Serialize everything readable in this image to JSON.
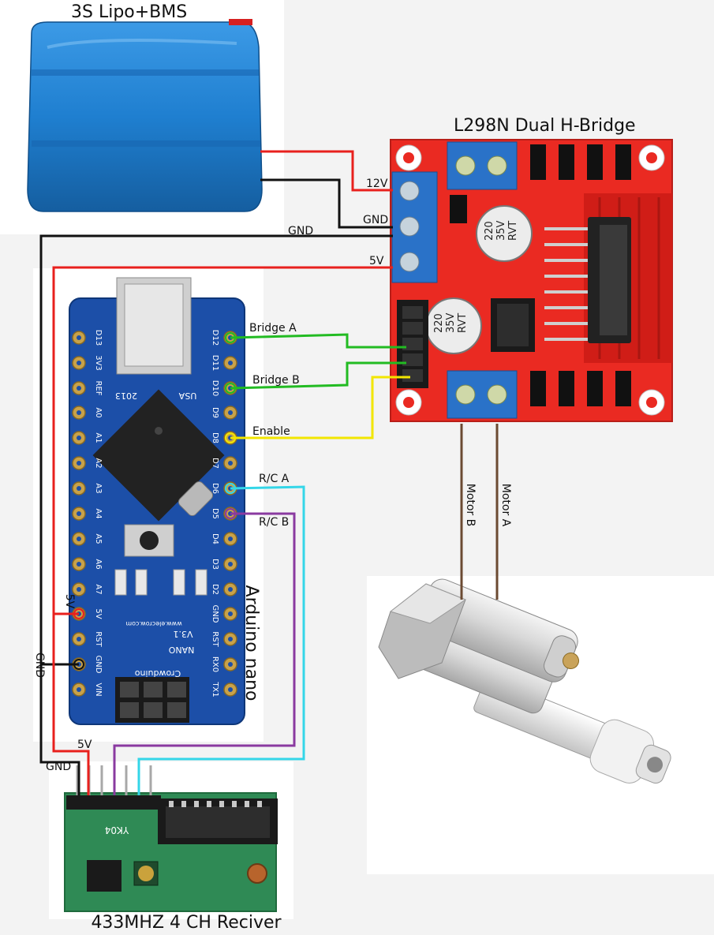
{
  "titles": {
    "battery": "3S Lipo+BMS",
    "hbridge": "L298N Dual H-Bridge",
    "arduino": "Arduino nano",
    "receiver": "433MHZ 4 CH Reciver"
  },
  "wire_labels": {
    "v12": "12V",
    "gnd_bridge": "GND",
    "gnd_top": "GND",
    "v5_bridge": "5V",
    "bridge_a": "Bridge A",
    "bridge_b": "Bridge B",
    "enable": "Enable",
    "rc_a": "R/C A",
    "rc_b": "R/C B",
    "v5_nano": "5V",
    "gnd_nano": "GND",
    "v5_recv": "5V",
    "gnd_recv": "GND",
    "motor_b": "Motor B",
    "motor_a": "Motor A"
  },
  "board_text": {
    "cap_a": "220",
    "cap_b": "35V",
    "cap_c": "RVT",
    "nano_pins_left": [
      "D12",
      "D11",
      "D10",
      "D9",
      "D8",
      "D7",
      "D6",
      "D5",
      "D4",
      "D3",
      "D2",
      "GND",
      "RST",
      "RX0",
      "TX1"
    ],
    "nano_pins_right": [
      "D13",
      "3V3",
      "REF",
      "A0",
      "A1",
      "A2",
      "A3",
      "A4",
      "A5",
      "A6",
      "A7",
      "5V",
      "RST",
      "GND",
      "VIN"
    ],
    "nano_usa": "USA",
    "nano_2013": "2013",
    "nano_ver": "V3.1",
    "nano_name": "NANO",
    "nano_site": "www.elecrow.com",
    "nano_brand": "Crowduino",
    "recv_model": "YK04"
  },
  "colors": {
    "wire_red": "#e8201d",
    "wire_black": "#111111",
    "wire_green": "#22bb22",
    "wire_yellow": "#f2e600",
    "wire_cyan": "#34d6e8",
    "wire_purple": "#8a3aa0",
    "wire_brown": "#6b4a32",
    "battery_blue": "#1f7fd0",
    "hbridge_red": "#ea2a22",
    "nano_blue": "#1c4fa8",
    "receiver_green": "#2f8a55"
  }
}
